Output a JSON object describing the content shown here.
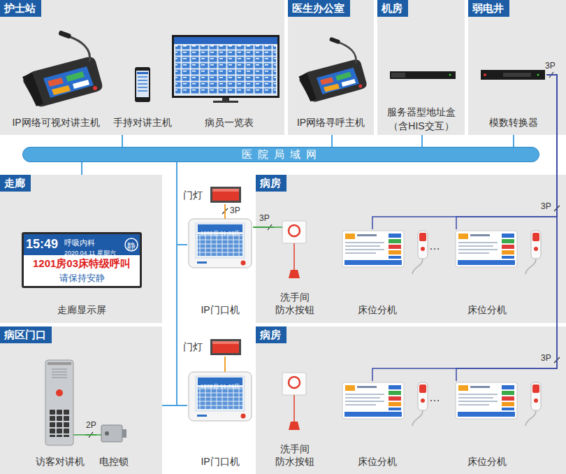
{
  "diagram": {
    "nodes": [
      {
        "text": [
          "护士站"
        ]
      },
      {
        "text": [
          "IP网络可视对讲主机"
        ],
        "in": 0
      },
      {
        "text": [
          "手持对讲主机"
        ],
        "in": 0
      },
      {
        "text": [
          "病员一览表"
        ],
        "in": 0
      },
      {
        "text": [
          "医生办公室"
        ]
      },
      {
        "text": [
          "IP网络寻呼主机"
        ],
        "in": 4
      },
      {
        "text": [
          "机房"
        ]
      },
      {
        "text": [
          "服务器型地址盒 （含HIS交互）"
        ],
        "in": 6
      },
      {
        "text": [
          "弱电井"
        ]
      },
      {
        "text": [
          "模数转换器"
        ],
        "in": 8
      },
      {
        "text": [
          "医院局域网"
        ]
      },
      {
        "text": [
          "走廊"
        ]
      },
      {
        "text": [
          "15:49",
          "呼吸内科",
          "2020.04.11 星期六",
          "静",
          "1201房03床特级呼叫",
          "请保持安静",
          "走廊显示屏"
        ],
        "in": 11
      },
      {
        "text": [
          "门灯"
        ]
      },
      {
        "text": [
          "1202房 01-03床",
          "IP门口机"
        ]
      },
      {
        "text": [
          "病房"
        ]
      },
      {
        "text": [
          "洗手间 防水按钮"
        ],
        "in": 15
      },
      {
        "text": [
          "床位分机"
        ],
        "in": 15
      },
      {
        "text": [
          "床位分机"
        ],
        "in": 15
      },
      {
        "text": [
          "病区门口"
        ]
      },
      {
        "text": [
          "访客对讲机"
        ],
        "in": 19
      },
      {
        "text": [
          "电控锁"
        ],
        "in": 19
      },
      {
        "text": [
          "门灯"
        ]
      },
      {
        "text": [
          "1202房 01-03床",
          "IP门口机"
        ]
      },
      {
        "text": [
          "病房"
        ]
      },
      {
        "text": [
          "洗手间 防水按钮"
        ],
        "in": 24
      },
      {
        "text": [
          "床位分机"
        ],
        "in": 24
      },
      {
        "text": [
          "床位分机"
        ],
        "in": 24
      }
    ],
    "edges": [
      {
        "from": 10,
        "to": 0,
        "arrow": "none"
      },
      {
        "from": 10,
        "to": 4,
        "arrow": "none"
      },
      {
        "from": 10,
        "to": 6,
        "arrow": "none"
      },
      {
        "from": 10,
        "to": 8,
        "arrow": "none"
      },
      {
        "from": 10,
        "to": 11,
        "arrow": "none"
      },
      {
        "from": 10,
        "to": 14,
        "arrow": "none"
      },
      {
        "from": 10,
        "to": 23,
        "arrow": "none"
      },
      {
        "from": 10,
        "to": 19,
        "arrow": "none"
      },
      {
        "from": 14,
        "to": 13,
        "label": "3P",
        "arrow": "none"
      },
      {
        "from": 14,
        "to": 16,
        "label": "3P",
        "arrow": "none"
      },
      {
        "from": 9,
        "to": 17,
        "arrow": "none"
      },
      {
        "from": 9,
        "to": 18,
        "label": "3P",
        "arrow": "none"
      },
      {
        "from": 9,
        "to": 26,
        "arrow": "none"
      },
      {
        "from": 9,
        "to": 27,
        "label": "3P",
        "arrow": "none"
      },
      {
        "from": 23,
        "to": 22,
        "arrow": "none"
      },
      {
        "from": 20,
        "to": 21,
        "label": "2P",
        "arrow": "none"
      }
    ],
    "labels": [
      "3P",
      "…",
      "…"
    ]
  }
}
